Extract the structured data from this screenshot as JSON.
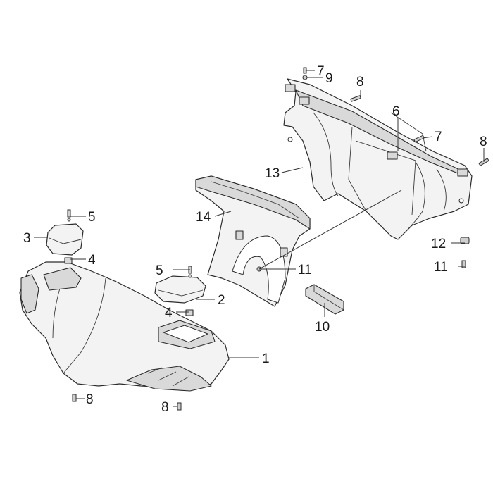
{
  "callouts": {
    "c1": "1",
    "c2": "2",
    "c3": "3",
    "c4a": "4",
    "c4b": "4",
    "c5a": "5",
    "c5b": "5",
    "c6": "6",
    "c7a": "7",
    "c7b": "7",
    "c8a": "8",
    "c8b": "8",
    "c8c": "8",
    "c8d": "8",
    "c9": "9",
    "c10": "10",
    "c11a": "11",
    "c11b": "11",
    "c12": "12",
    "c13": "13",
    "c14": "14"
  }
}
